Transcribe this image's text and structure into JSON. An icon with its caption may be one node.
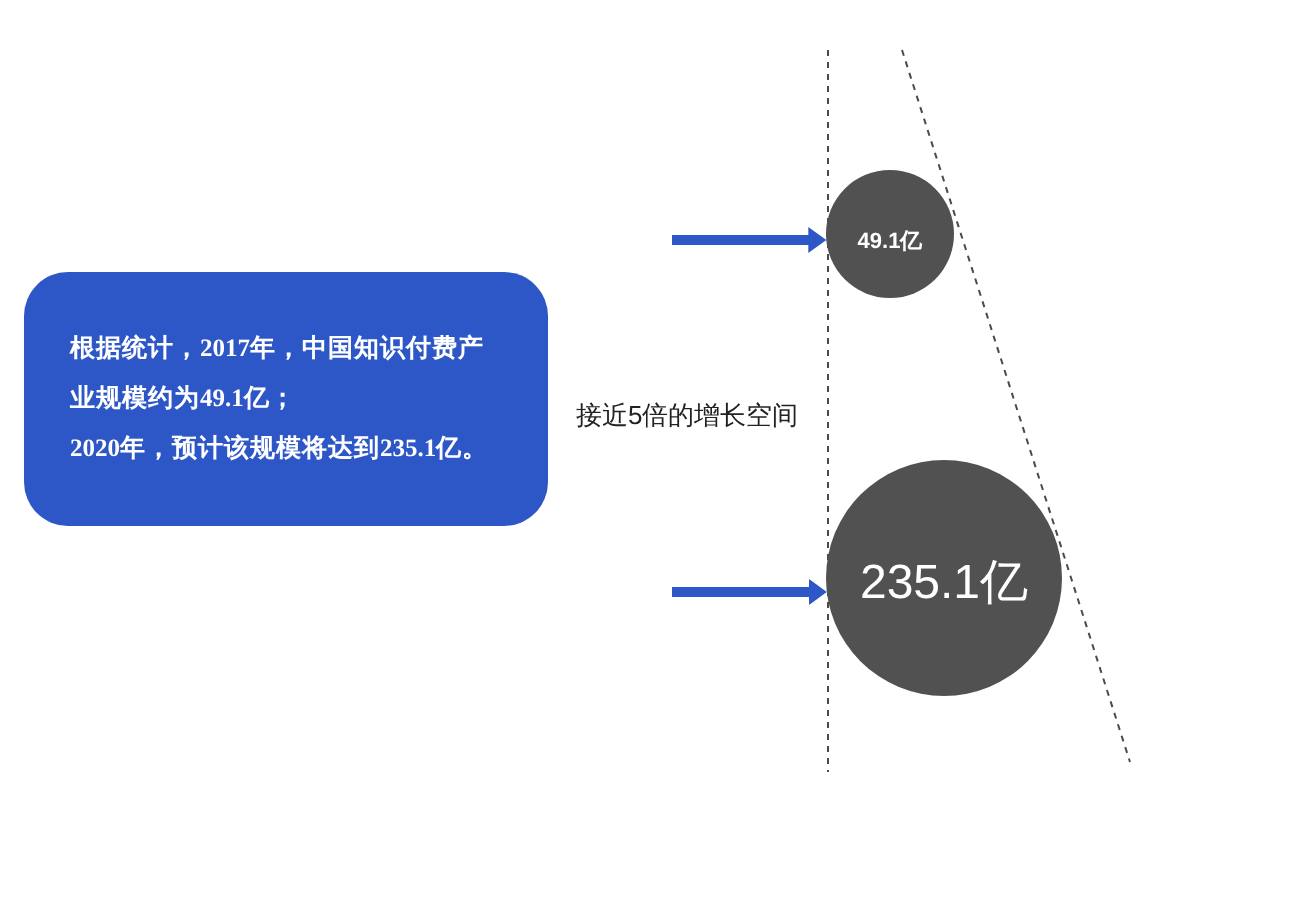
{
  "diagram": {
    "nodes": [
      {
        "text": [
          "根据统计，2017年，中国知识付费产业规模约为49.1亿；",
          "2020年，预计该规模将达到235.1亿。"
        ]
      },
      {
        "text": [
          "49.1亿"
        ]
      },
      {
        "text": [
          "235.1亿"
        ]
      }
    ],
    "edges": [
      {
        "from": null,
        "to": 1,
        "arrow": "to"
      },
      {
        "from": null,
        "to": 2,
        "arrow": "to"
      }
    ],
    "labels": [
      "接近5倍的增长空间"
    ]
  }
}
